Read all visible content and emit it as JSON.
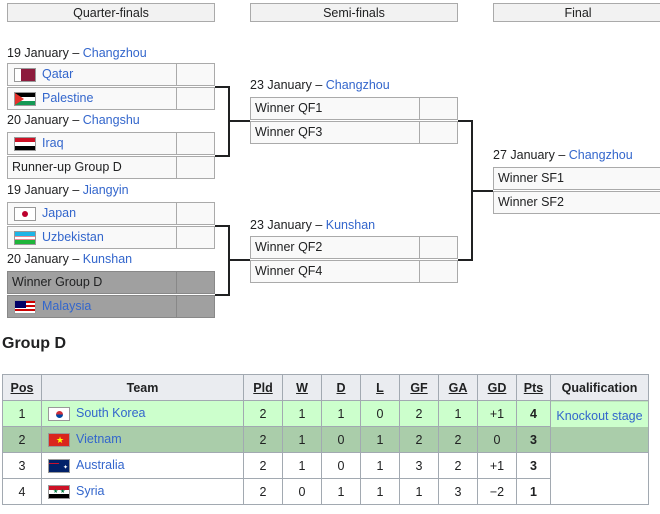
{
  "bracket": {
    "rounds": [
      "Quarter-finals",
      "Semi-finals",
      "Final"
    ],
    "qf": [
      {
        "date": "19 January – ",
        "venue": "Changzhou",
        "teams": [
          {
            "name": "Qatar",
            "flag": "qatar-flag-icon",
            "link": true
          },
          {
            "name": "Palestine",
            "flag": "palestine-flag-icon",
            "link": true
          }
        ]
      },
      {
        "date": "20 January – ",
        "venue": "Changshu",
        "teams": [
          {
            "name": "Iraq",
            "flag": "iraq-flag-icon",
            "link": true
          },
          {
            "name": "Runner-up Group D",
            "flag": "",
            "link": false
          }
        ]
      },
      {
        "date": "19 January – ",
        "venue": "Jiangyin",
        "teams": [
          {
            "name": "Japan",
            "flag": "japan-flag-icon",
            "link": true
          },
          {
            "name": "Uzbekistan",
            "flag": "uzbekistan-flag-icon",
            "link": true
          }
        ]
      },
      {
        "date": "20 January – ",
        "venue": "Kunshan",
        "teams": [
          {
            "name": "Winner Group D",
            "flag": "",
            "link": false
          },
          {
            "name": "Malaysia",
            "flag": "malaysia-flag-icon",
            "link": true
          }
        ]
      }
    ],
    "sf": [
      {
        "date": "23 January – ",
        "venue": "Changzhou",
        "teams": [
          "Winner QF1",
          "Winner QF3"
        ]
      },
      {
        "date": "23 January – ",
        "venue": "Kunshan",
        "teams": [
          "Winner QF2",
          "Winner QF4"
        ]
      }
    ],
    "final": {
      "date": "27 January – ",
      "venue": "Changzhou",
      "teams": [
        "Winner SF1",
        "Winner SF2"
      ]
    }
  },
  "group": {
    "title": "Group D",
    "headers": [
      "Pos",
      "Team",
      "Pld",
      "W",
      "D",
      "L",
      "GF",
      "GA",
      "GD",
      "Pts",
      "Qualification"
    ],
    "rows": [
      {
        "pos": "1",
        "team": "South Korea",
        "flag": "south-korea-flag-icon",
        "pld": "2",
        "w": "1",
        "d": "1",
        "l": "0",
        "gf": "2",
        "ga": "1",
        "gd": "+1",
        "pts": "4"
      },
      {
        "pos": "2",
        "team": "Vietnam",
        "flag": "vietnam-flag-icon",
        "pld": "2",
        "w": "1",
        "d": "0",
        "l": "1",
        "gf": "2",
        "ga": "2",
        "gd": "0",
        "pts": "3"
      },
      {
        "pos": "3",
        "team": "Australia",
        "flag": "australia-flag-icon",
        "pld": "2",
        "w": "1",
        "d": "0",
        "l": "1",
        "gf": "3",
        "ga": "2",
        "gd": "+1",
        "pts": "3"
      },
      {
        "pos": "4",
        "team": "Syria",
        "flag": "syria-flag-icon",
        "pld": "2",
        "w": "0",
        "d": "1",
        "l": "1",
        "gf": "1",
        "ga": "3",
        "gd": "−2",
        "pts": "1"
      }
    ],
    "qualification": "Knockout stage"
  }
}
